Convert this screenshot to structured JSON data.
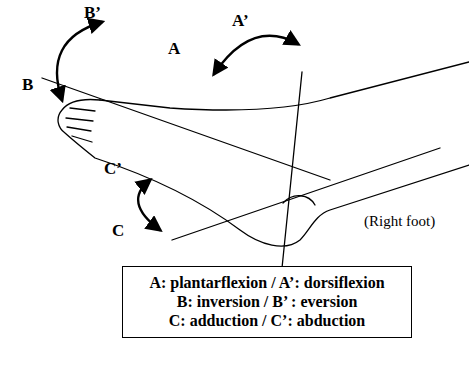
{
  "diagram": {
    "nodes": [
      {
        "text": [
          "A: plantarflexion / A’: dorsiflexion",
          "B: inversion / B’ : eversion",
          "C: adduction / C’: abduction"
        ]
      }
    ],
    "labels": [
      "B’",
      "A",
      "A’",
      "B",
      "C’",
      "C",
      "(Right foot)"
    ]
  }
}
